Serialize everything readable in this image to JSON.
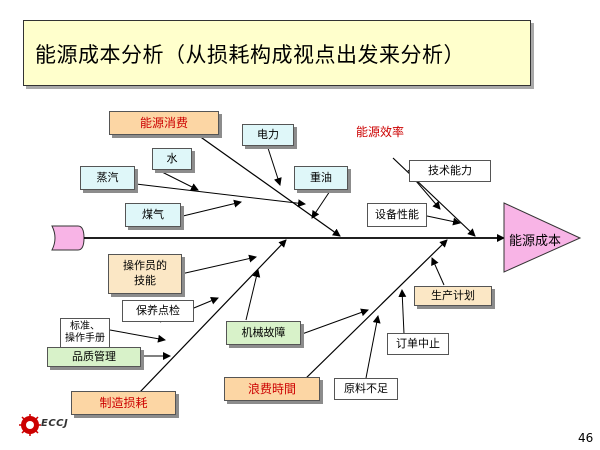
{
  "title": "能源成本分析（从损耗构成视点出发来分析）",
  "head": "能源成本",
  "categories": {
    "energy_consumption": "能源消费",
    "energy_efficiency": "能源效率",
    "manufacturing_loss": "制造损耗",
    "waste_time": "浪费時間"
  },
  "causes": {
    "electricity": "电力",
    "water": "水",
    "steam": "蒸汽",
    "heavy_oil": "重油",
    "coal_gas": "煤气",
    "tech_ability": "技术能力",
    "equipment_performance": "设备性能",
    "operator_skill_line1": "操作员的",
    "operator_skill_line2": "技能",
    "maintenance": "保养点检",
    "standards_line1": "标准、",
    "standards_line2": "操作手册",
    "quality_mgmt": "品质管理",
    "machine_failure": "机械故障",
    "production_plan": "生产计划",
    "order_cancel": "订单中止",
    "material_shortage": "原料不足"
  },
  "logo": "ECCJ",
  "page_number": "46",
  "colors": {
    "title_bg": "#ffffcc",
    "head_fill": "#f8b4e6",
    "tail_fill": "#f8b4e6",
    "category_text": "#cc0000",
    "logo_red": "#cc0000"
  }
}
